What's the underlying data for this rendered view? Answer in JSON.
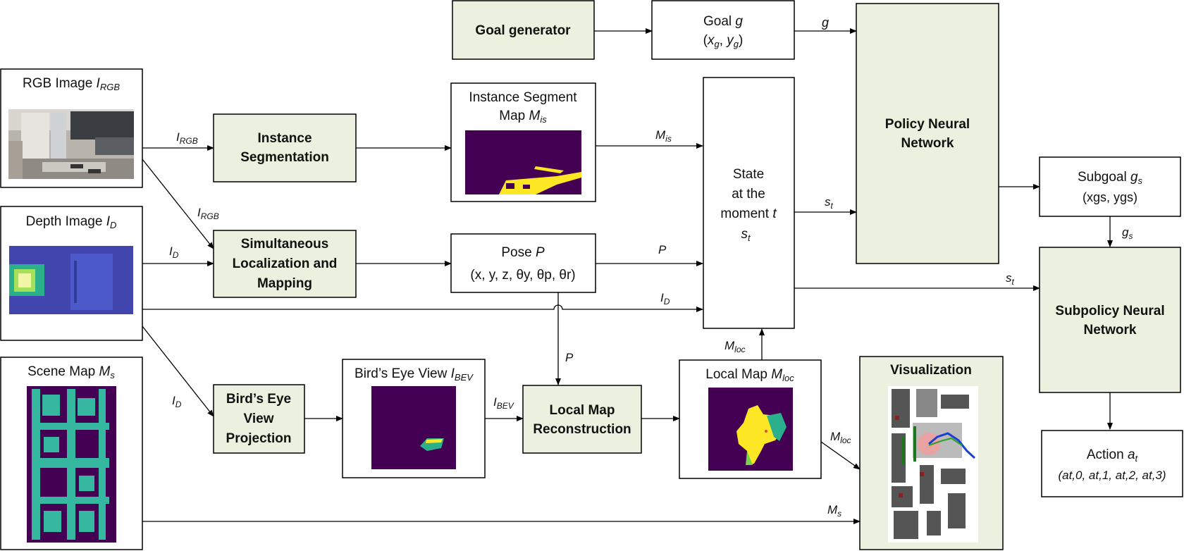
{
  "colors": {
    "module_fill": "#ebf1de",
    "box_stroke": "#000000",
    "map_background": "#440154",
    "map_teal": "#35b7a0",
    "map_yellow": "#fde725",
    "depth_blue": "#3b4cc0"
  },
  "nodes": {
    "rgb": {
      "label": "RGB Image",
      "sym": "I",
      "sub": "RGB"
    },
    "depth": {
      "label": "Depth Image",
      "sym": "I",
      "sub": "D"
    },
    "scene": {
      "label": "Scene Map",
      "sym": "M",
      "sub": "s"
    },
    "goal_gen": {
      "label": "Goal generator"
    },
    "goal": {
      "label": "Goal",
      "sym": "g",
      "coords_x": "x",
      "coords_x_sub": "g",
      "coords_y": "y",
      "coords_y_sub": "g"
    },
    "instance_seg": {
      "line1": "Instance",
      "line2": "Segmentation"
    },
    "slam": {
      "line1": "Simultaneous",
      "line2": "Localization and",
      "line3": "Mapping"
    },
    "bev_proj": {
      "line1": "Bird’s Eye",
      "line2": "View",
      "line3": "Projection"
    },
    "seg_map": {
      "line1": "Instance Segment",
      "line2": "Map",
      "sym": "M",
      "sub": "is"
    },
    "pose": {
      "label": "Pose",
      "sym": "P",
      "values": "(x, y, z, θy, θp, θr)"
    },
    "bev_view": {
      "label": "Bird’s Eye View",
      "sym": "I",
      "sub": "BEV"
    },
    "local_recon": {
      "line1": "Local Map",
      "line2": "Reconstruction"
    },
    "local_map": {
      "label": "Local Map",
      "sym": "M",
      "sub": "loc"
    },
    "state": {
      "line1": "State",
      "line2": "at the",
      "line3": "moment",
      "t": "t",
      "s": "s",
      "s_sub": "t"
    },
    "policy": {
      "line1": "Policy Neural",
      "line2": "Network"
    },
    "subgoal": {
      "label": "Subgoal",
      "sym": "g",
      "sub": "s",
      "coords": "(xgs, ygs)"
    },
    "subpolicy": {
      "line1": "Subpolicy Neural",
      "line2": "Network"
    },
    "action": {
      "label": "Action",
      "sym": "a",
      "sub": "t",
      "values": "(at,0, at,1, at,2, at,3)"
    },
    "visualization": {
      "label": "Visualization"
    }
  },
  "edge_labels": {
    "rgb_to_seg": {
      "sym": "I",
      "sub": "RGB"
    },
    "rgb_to_slam": {
      "sym": "I",
      "sub": "RGB"
    },
    "depth_to_slam": {
      "sym": "I",
      "sub": "D"
    },
    "depth_to_state": {
      "sym": "I",
      "sub": "D"
    },
    "depth_to_bev": {
      "sym": "I",
      "sub": "D"
    },
    "seg_to_state": {
      "sym": "M",
      "sub": "is"
    },
    "pose_to_state": {
      "sym": "P"
    },
    "pose_to_recon": {
      "sym": "P"
    },
    "bev_to_recon": {
      "sym": "I",
      "sub": "BEV"
    },
    "local_to_state": {
      "sym": "M",
      "sub": "loc"
    },
    "local_to_vis": {
      "sym": "M",
      "sub": "loc"
    },
    "scene_to_vis": {
      "sym": "M",
      "sub": "s"
    },
    "goal_to_policy": {
      "sym": "g"
    },
    "state_to_policy": {
      "sym": "s",
      "sub": "t"
    },
    "state_to_subpolicy": {
      "sym": "s",
      "sub": "t"
    },
    "subgoal_to_subpolicy": {
      "sym": "g",
      "sub": "s"
    }
  }
}
